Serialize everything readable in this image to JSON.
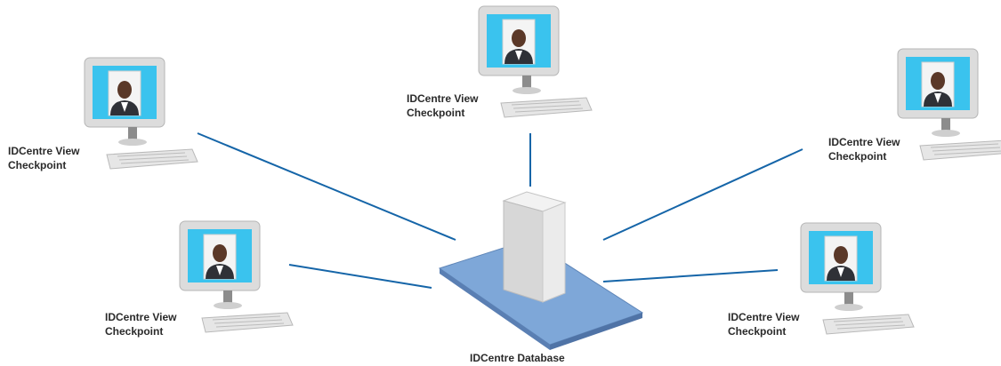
{
  "colors": {
    "connection_line": "#1565a8",
    "screen_background": "#3ac3ee",
    "platform_top": "#7ea7d8",
    "monitor_body": "#d9d9d9"
  },
  "nodes": [
    {
      "line1": "IDCentre View",
      "line2": "Checkpoint"
    },
    {
      "line1": "IDCentre View",
      "line2": "Checkpoint"
    },
    {
      "line1": "IDCentre View",
      "line2": "Checkpoint"
    },
    {
      "line1": "IDCentre View",
      "line2": "Checkpoint"
    },
    {
      "line1": "IDCentre View",
      "line2": "Checkpoint"
    }
  ],
  "database": {
    "label": "IDCentre Database"
  },
  "icons": {
    "workstation": "computer-monitor-icon",
    "server": "server-tower-icon"
  }
}
